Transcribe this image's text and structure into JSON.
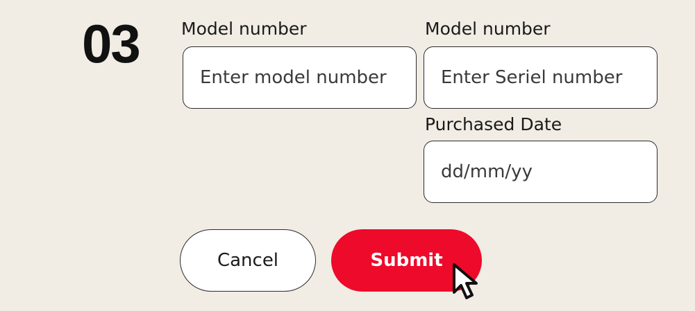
{
  "step": {
    "number": "03"
  },
  "form": {
    "model_number": {
      "label": "Model number",
      "placeholder": "Enter model number"
    },
    "serial_number": {
      "label": "Model number",
      "placeholder": "Enter Seriel number"
    },
    "purchased_date": {
      "label": "Purchased Date",
      "placeholder": "dd/mm/yy"
    }
  },
  "actions": {
    "cancel_label": "Cancel",
    "submit_label": "Submit"
  },
  "icons": {
    "cursor": "pointer-cursor-icon"
  },
  "colors": {
    "background": "#f1ece4",
    "submit": "#ee0a2a",
    "text": "#111111",
    "border": "#2b2b2b"
  }
}
